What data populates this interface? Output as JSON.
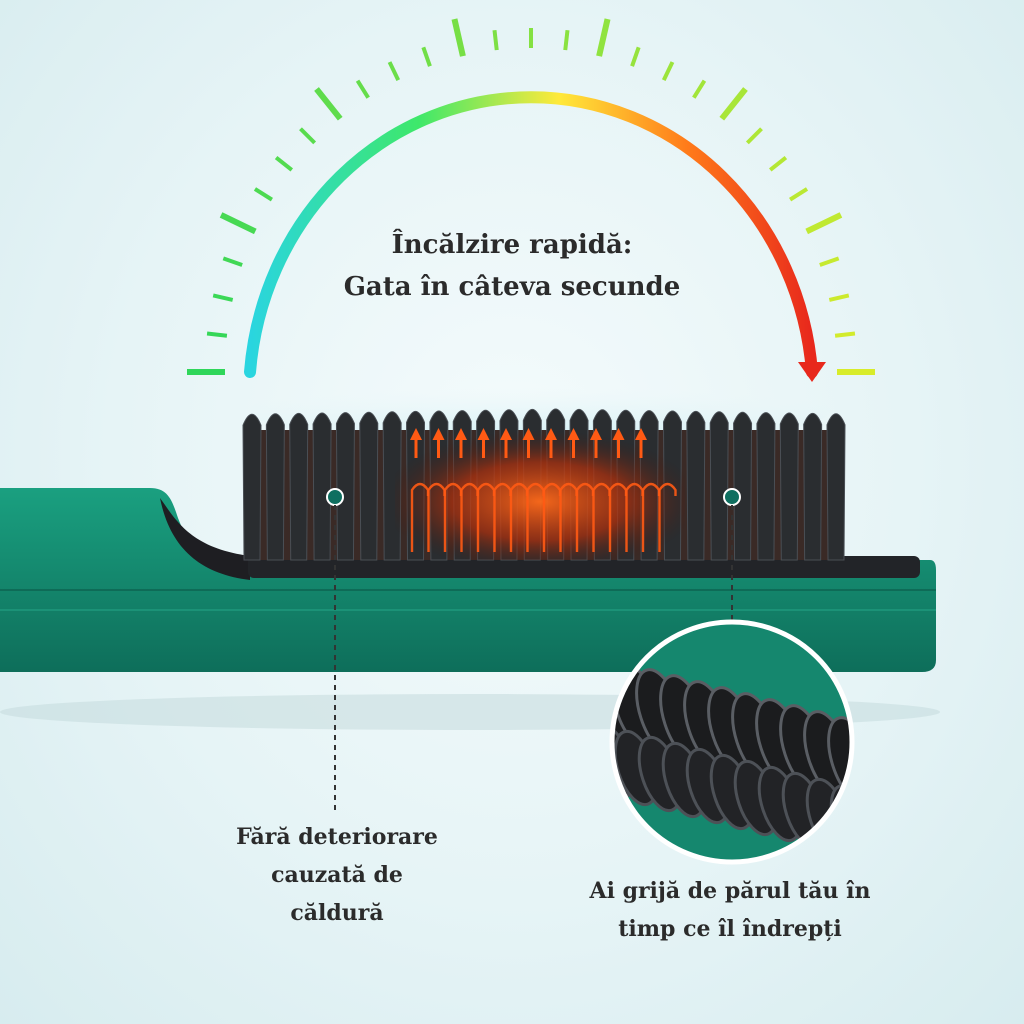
{
  "gauge": {
    "colors": [
      "#22c94a",
      "#2ad5e0",
      "#3ee86a",
      "#ffe93a",
      "#ff7a1a",
      "#e8281c"
    ],
    "tick_left_color": "#2fd65a",
    "tick_right_color": "#d8ec2a"
  },
  "headline": {
    "line1": "Încălzire rapidă:",
    "line2": "Gata în câteva secunde"
  },
  "notes": {
    "left": [
      "Fără deteriorare",
      "cauzată de",
      "căldură"
    ],
    "right": [
      "Ai grijă de părul tău în",
      "timp ce îl îndrepți"
    ]
  },
  "brush": {
    "body_color": "#15876e",
    "bristle_color": "#2a2d30",
    "heat_color": "#ff5a14",
    "marker_color": "#0f6f60"
  }
}
